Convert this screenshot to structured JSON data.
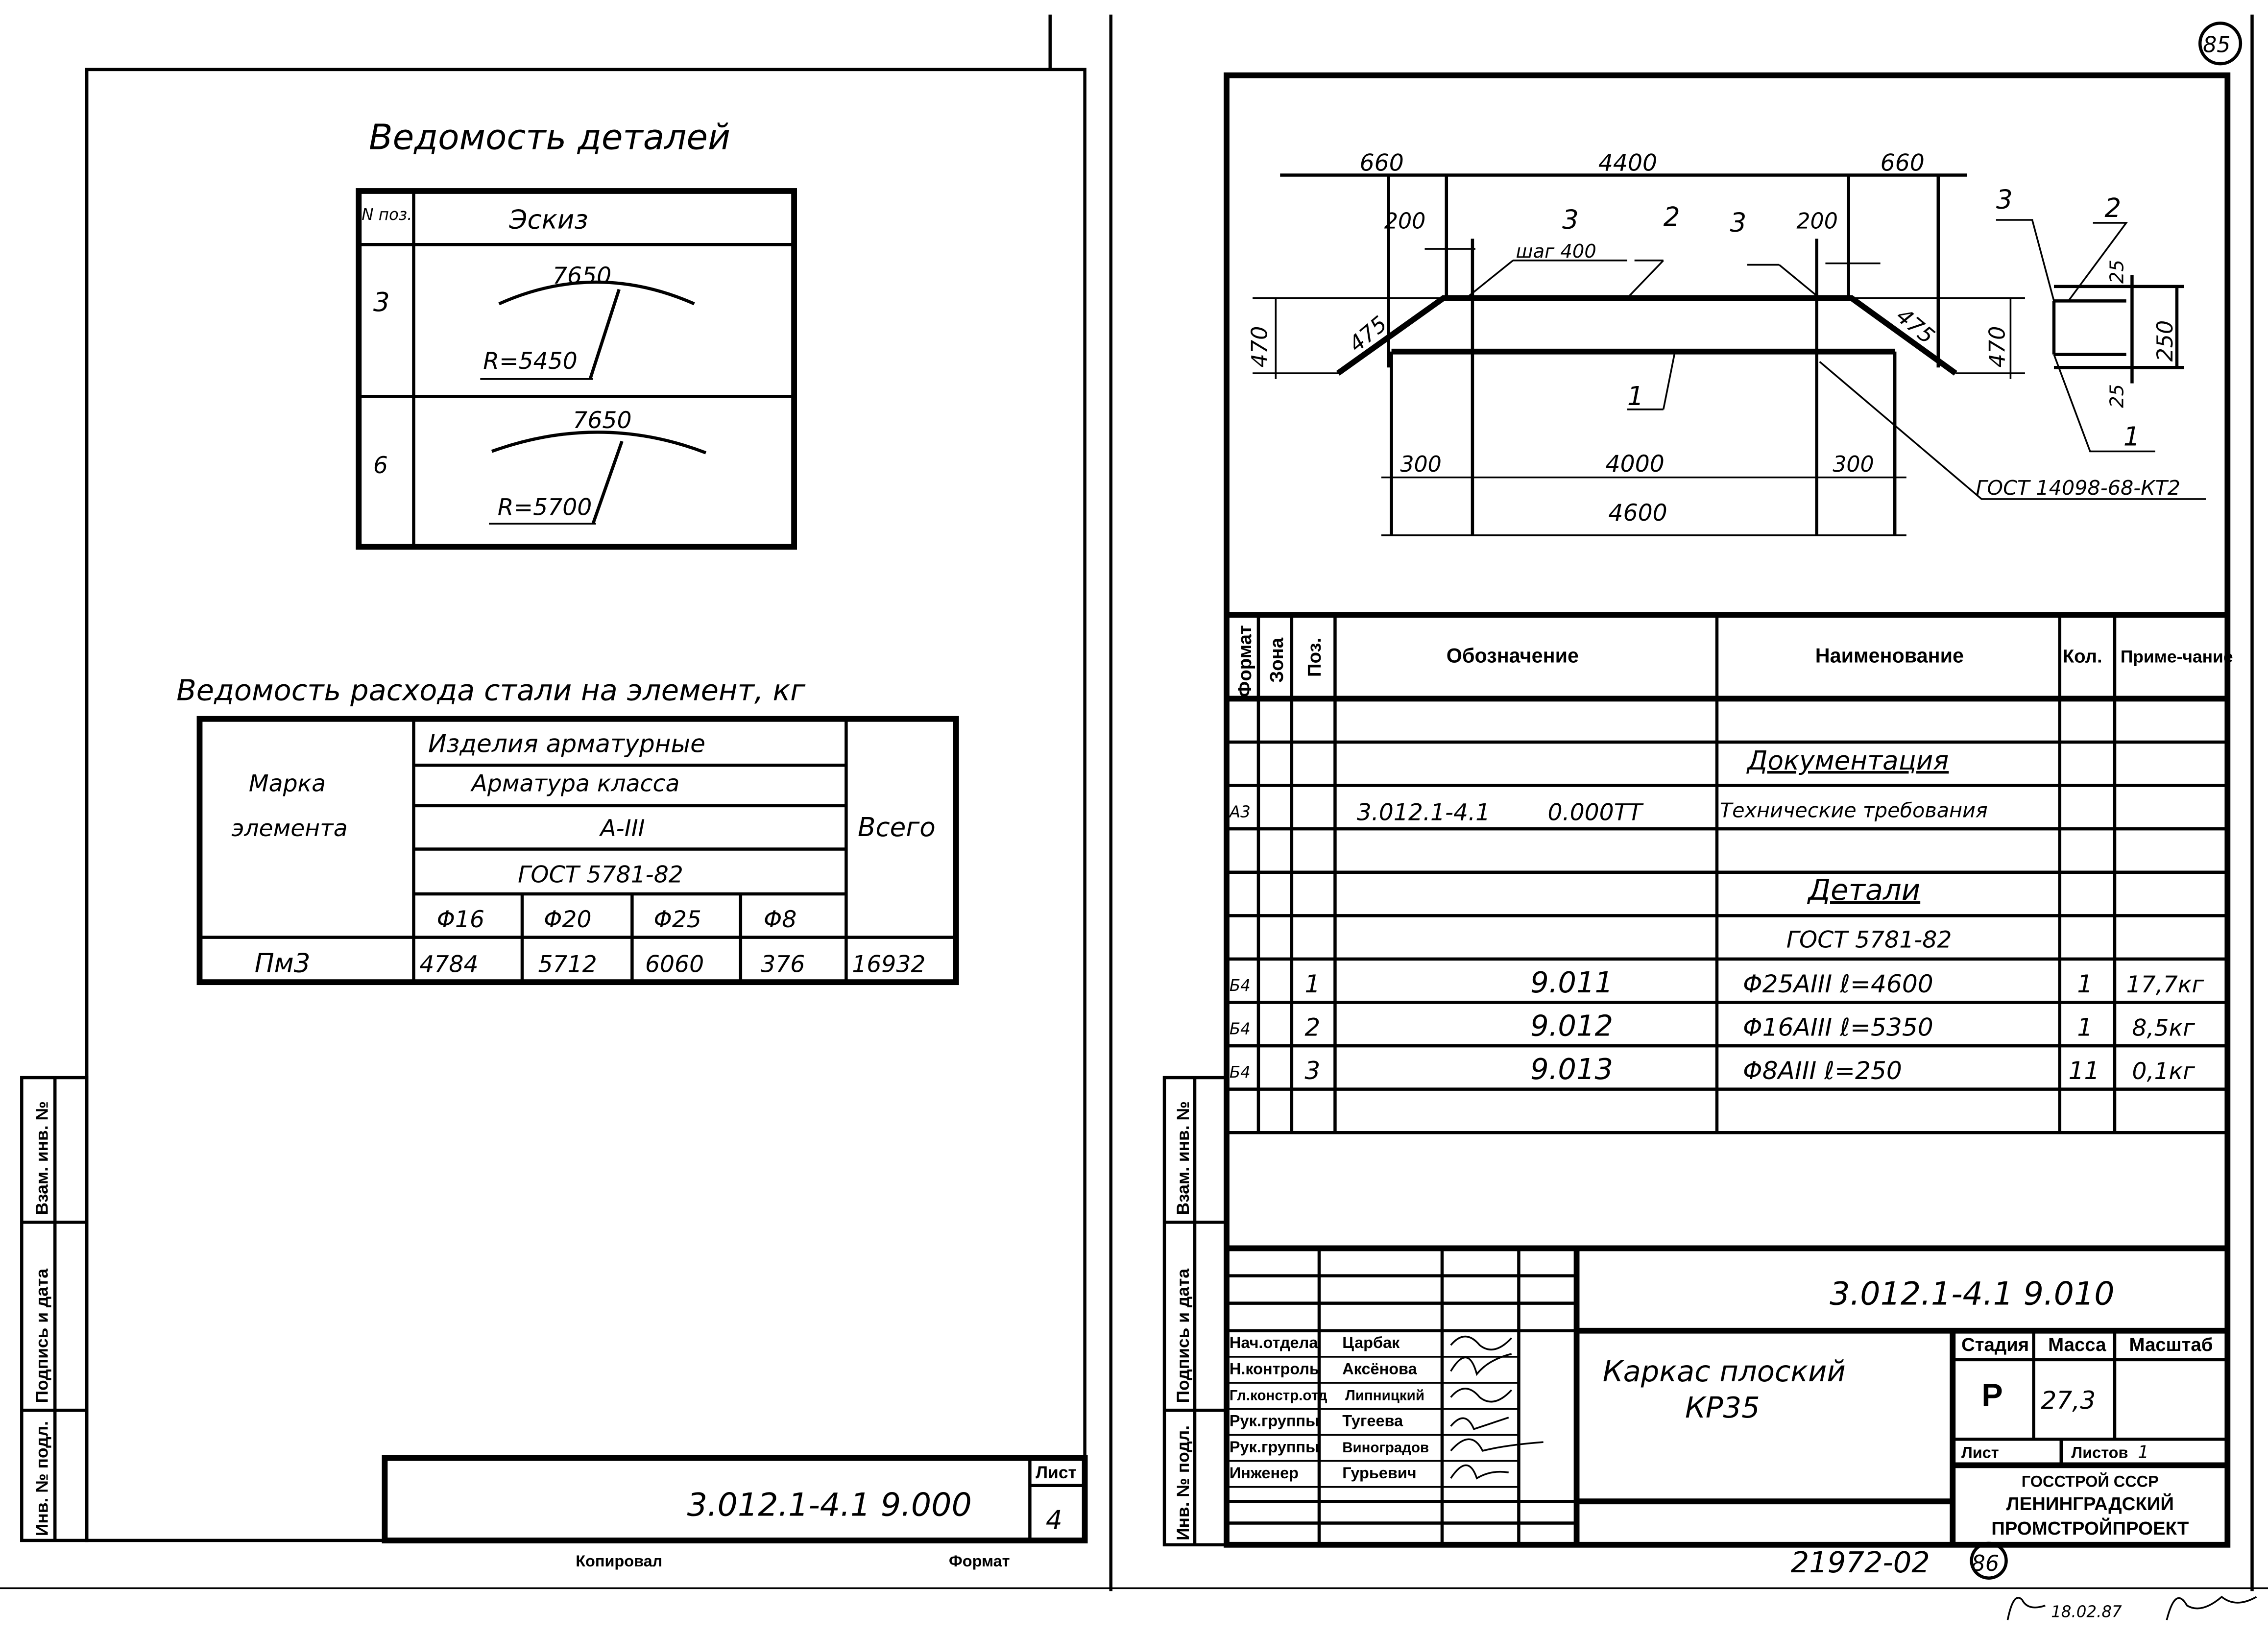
{
  "left_sheet": {
    "details_title": "Ведомость деталей",
    "details_table": {
      "headers": [
        "N поз.",
        "Эскиз"
      ],
      "rows": [
        {
          "pos": "3",
          "length": "7650",
          "radius": "R=5450"
        },
        {
          "pos": "6",
          "length": "7650",
          "radius": "R=5700"
        }
      ]
    },
    "steel_title": "Ведомость расхода стали на элемент, кг",
    "steel_table": {
      "mark_header_1": "Марка",
      "mark_header_2": "элемента",
      "group_header": "Изделия арматурные",
      "class_header": "Арматура класса",
      "class_value": "А-III",
      "gost": "ГОСТ 5781-82",
      "total_header": "Всего",
      "diameters": [
        "Φ16",
        "Φ20",
        "Φ25",
        "Φ8"
      ],
      "row": {
        "mark": "Пм3",
        "values": [
          "4784",
          "5712",
          "6060",
          "376"
        ],
        "total": "16932"
      }
    },
    "stamp": {
      "doc_number": "3.012.1-4.1 9.000",
      "sheet_label": "Лист",
      "sheet_number": "4"
    },
    "side_labels": [
      "Инв. № подл.",
      "Подпись и дата",
      "Взам. инв. №"
    ],
    "footer_left": "Копировал",
    "footer_right": "Формат"
  },
  "right_sheet": {
    "page_circle": "85",
    "drawing": {
      "dims": [
        "660",
        "4400",
        "660",
        "200",
        "200",
        "470",
        "475",
        "475",
        "470",
        "300",
        "4000",
        "300",
        "4600",
        "25",
        "250",
        "25"
      ],
      "callouts": [
        "3",
        "шаг 400",
        "2",
        "3",
        "1",
        "3",
        "2",
        "1"
      ],
      "weld_note": "ГОСТ 14098-68-КТ2"
    },
    "spec_table": {
      "headers": [
        "Формат",
        "Зона",
        "Поз.",
        "Обозначение",
        "Наименование",
        "Кол.",
        "Приме-чание"
      ],
      "section_docs": "Документация",
      "doc_row": {
        "format": "А3",
        "designation_1": "3.012.1-4.1",
        "designation_2": "0.000ТТ",
        "name": "Технические требования"
      },
      "section_parts": "Детали",
      "parts_gost": "ГОСТ 5781-82",
      "rows": [
        {
          "format": "Б4",
          "pos": "1",
          "designation": "9.011",
          "name": "Φ25АIII  ℓ=4600",
          "qty": "1",
          "note": "17,7кг"
        },
        {
          "format": "Б4",
          "pos": "2",
          "designation": "9.012",
          "name": "Φ16АIII  ℓ=5350",
          "qty": "1",
          "note": "8,5кг"
        },
        {
          "format": "Б4",
          "pos": "3",
          "designation": "9.013",
          "name": "Φ8АIII  ℓ=250",
          "qty": "11",
          "note": "0,1кг"
        }
      ]
    },
    "stamp": {
      "doc_number": "3.012.1-4.1 9.010",
      "title_1": "Каркас плоский",
      "title_2": "КР35",
      "roles": [
        {
          "role": "Нач.отдела",
          "name": "Царбак"
        },
        {
          "role": "Н.контроль",
          "name": "Аксёнова"
        },
        {
          "role": "Гл.констр.отд",
          "name": "Липницкий"
        },
        {
          "role": "Рук.группы",
          "name": "Тугеева"
        },
        {
          "role": "Рук.группы",
          "name": "Виноградов"
        },
        {
          "role": "Инженер",
          "name": "Гурьевич"
        }
      ],
      "stage_label": "Стадия",
      "mass_label": "Масса",
      "scale_label": "Масштаб",
      "stage": "Р",
      "mass": "27,3",
      "sheet_label": "Лист",
      "sheets_label": "Листов",
      "sheets": "1",
      "org_1": "ГОССТРОЙ СССР",
      "org_2": "ЛЕНИНГРАДСКИЙ",
      "org_3": "ПРОМСТРОЙПРОЕКТ"
    },
    "side_labels": [
      "Инв. № подл.",
      "Подпись и дата",
      "Взам. инв. №"
    ],
    "archive_number": "21972-02",
    "archive_circle": "86",
    "check_date": "18.02.87"
  }
}
